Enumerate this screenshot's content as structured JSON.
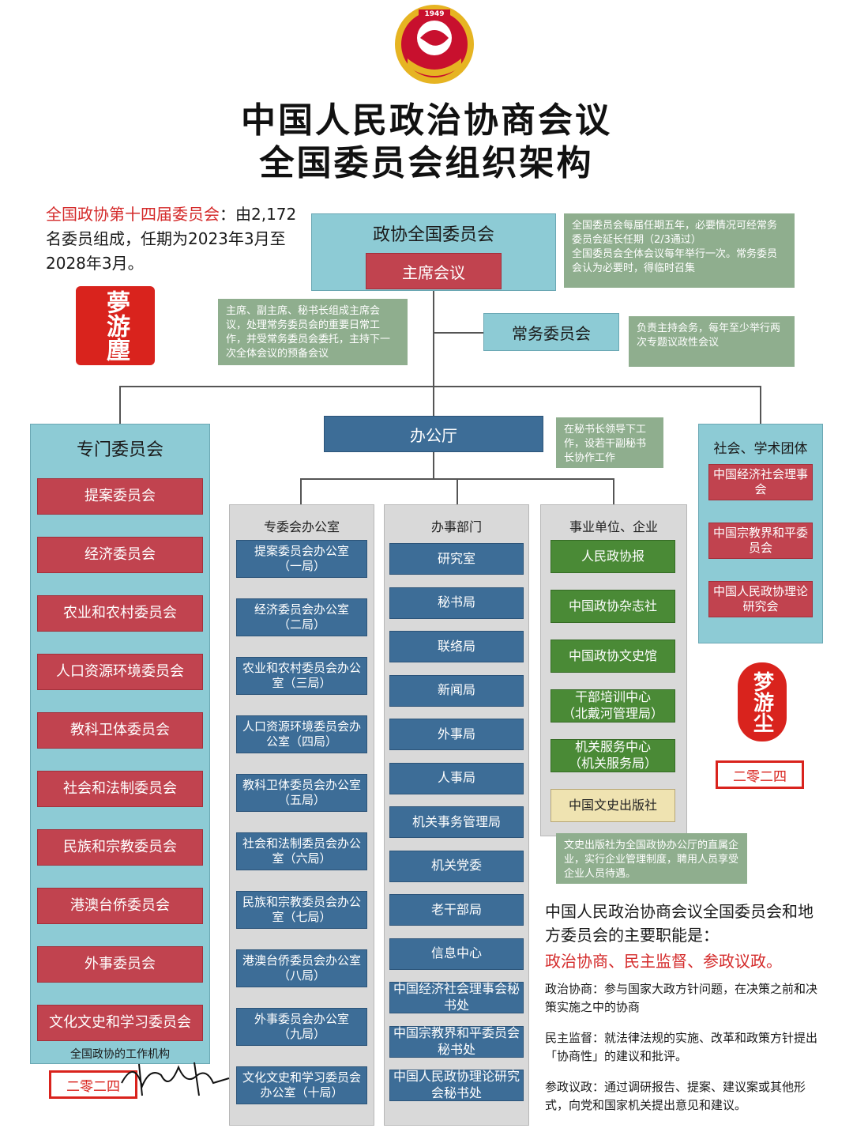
{
  "header": {
    "emblem_year": "1949",
    "title_line1": "中国人民政治协商会议",
    "title_line2": "全国委员会组织架构"
  },
  "intro": {
    "highlight": "全国政协第十四届委员会",
    "text": "：由2,172名委员组成，任期为2023年3月至2028年3月。"
  },
  "seal_top": {
    "text": "夢游塵"
  },
  "top": {
    "national_committee": "政协全国委员会",
    "chairman_meeting": "主席会议",
    "note_national": "全国委员会每届任期五年，必要情况可经常务委员会延长任期（2/3通过）\n全国委员会全体会议每年举行一次。常务委员会认为必要时，得临时召集",
    "note_chairman": "主席、副主席、秘书长组成主席会议，处理常务委员会的重要日常工作，并受常务委员会委托，主持下一次全体会议的预备会议",
    "standing_committee": "常务委员会",
    "note_standing": "负责主持会务，每年至少举行两次专题议政性会议",
    "general_office": "办公厅",
    "note_office": "在秘书长领导下工作，设若干副秘书长协作工作"
  },
  "special_committees": {
    "title": "专门委员会",
    "items": [
      "提案委员会",
      "经济委员会",
      "农业和农村委员会",
      "人口资源环境委员会",
      "教科卫体委员会",
      "社会和法制委员会",
      "民族和宗教委员会",
      "港澳台侨委员会",
      "外事委员会",
      "文化文史和学习委员会"
    ],
    "footer": "全国政协的工作机构"
  },
  "committee_offices": {
    "title": "专委会办公室",
    "items": [
      "提案委员会办公室\n（一局）",
      "经济委员会办公室\n（二局）",
      "农业和农村委员会办公室（三局）",
      "人口资源环境委员会办公室（四局）",
      "教科卫体委员会办公室（五局）",
      "社会和法制委员会办公室（六局）",
      "民族和宗教委员会办公室（七局）",
      "港澳台侨委员会办公室（八局）",
      "外事委员会办公室\n（九局）",
      "文化文史和学习委员会办公室（十局）"
    ]
  },
  "departments": {
    "title": "办事部门",
    "items": [
      "研究室",
      "秘书局",
      "联络局",
      "新闻局",
      "外事局",
      "人事局",
      "机关事务管理局",
      "机关党委",
      "老干部局",
      "信息中心",
      "中国经济社会理事会秘书处",
      "中国宗教界和平委员会秘书处",
      "中国人民政协理论研究会秘书处"
    ]
  },
  "institutions": {
    "title": "事业单位、企业",
    "items": [
      "人民政协报",
      "中国政协杂志社",
      "中国政协文史馆",
      "干部培训中心\n（北戴河管理局）",
      "机关服务中心\n（机关服务局）",
      "中国文史出版社"
    ],
    "note": "文史出版社为全国政协办公厅的直属企业，实行企业管理制度，聘用人员享受企业人员待遇。"
  },
  "social_groups": {
    "title": "社会、学术团体",
    "items": [
      "中国经济社会理事会",
      "中国宗教界和平委员会",
      "中国人民政协理论研究会"
    ]
  },
  "seal_right": {
    "text": "梦游尘"
  },
  "stamp_date": "二零二四",
  "functions": {
    "heading": "中国人民政治协商会议全国委员会和地方委员会的主要职能是：",
    "summary": "政治协商、民主监督、参政议政。",
    "items": [
      "政治协商：参与国家大政方针问题，在决策之前和决策实施之中的协商",
      "民主监督：就法律法规的实施、改革和政策方针提出「协商性」的建议和批评。",
      "参政议政：通过调研报告、提案、建议案或其他形式，向党和国家机关提出意见和建议。"
    ]
  },
  "colors": {
    "teal": "#8dcbd5",
    "red_box": "#c1434f",
    "blue_box": "#3d6d97",
    "green_box": "#4a8a36",
    "note_green": "#8fae8e",
    "accent_red": "#d42a2a"
  }
}
